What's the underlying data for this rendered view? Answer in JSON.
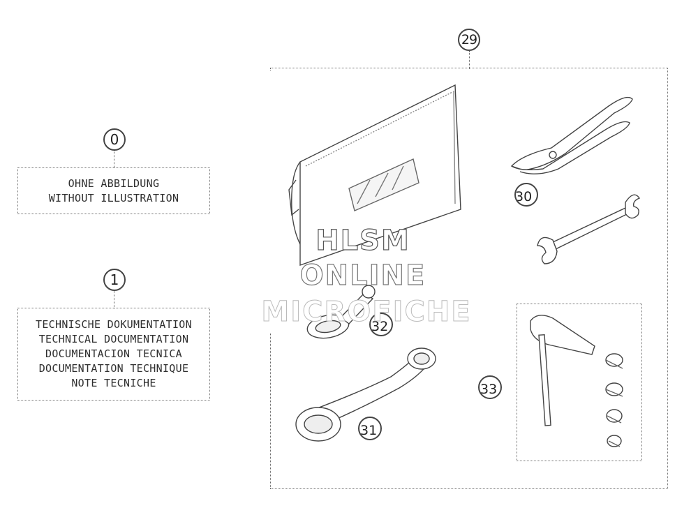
{
  "callouts": {
    "c0": "0",
    "c1": "1",
    "c29": "29",
    "c30": "30",
    "c31": "31",
    "c32": "32",
    "c33": "33"
  },
  "box0": {
    "line1": "OHNE ABBILDUNG",
    "line2": "WITHOUT ILLUSTRATION"
  },
  "box1": {
    "line1": "TECHNISCHE DOKUMENTATION",
    "line2": "TECHNICAL DOCUMENTATION",
    "line3": "DOCUMENTACION TECNICA",
    "line4": "DOCUMENTATION TECHNIQUE",
    "line5": "NOTE TECNICHE"
  },
  "watermark": {
    "line1": "HLSM",
    "line2": "ONLINE",
    "line3": "MICROFICHE"
  },
  "icons": [
    "tool-bag-icon",
    "pliers-icon",
    "open-end-wrench-icon",
    "ring-spanner-icon",
    "ring-wrench-icon",
    "socket-wrench-set-icon"
  ]
}
